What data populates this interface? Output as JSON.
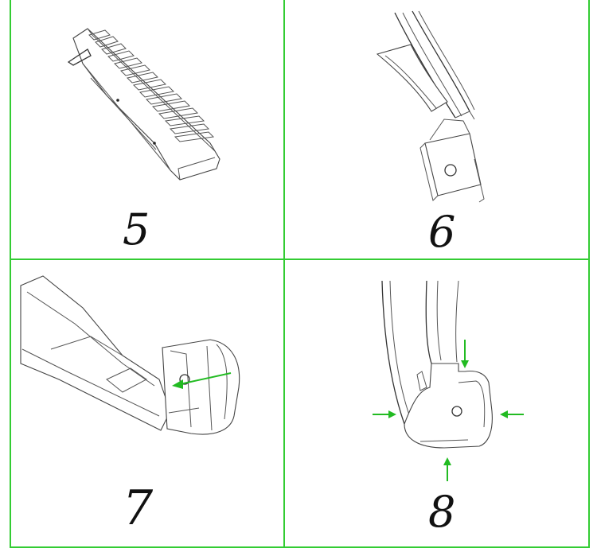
{
  "colors": {
    "border": "#33cc33",
    "arrow": "#22bb22",
    "line": "#444444"
  },
  "steps": [
    {
      "number": "5"
    },
    {
      "number": "6"
    },
    {
      "number": "7"
    },
    {
      "number": "8"
    }
  ]
}
